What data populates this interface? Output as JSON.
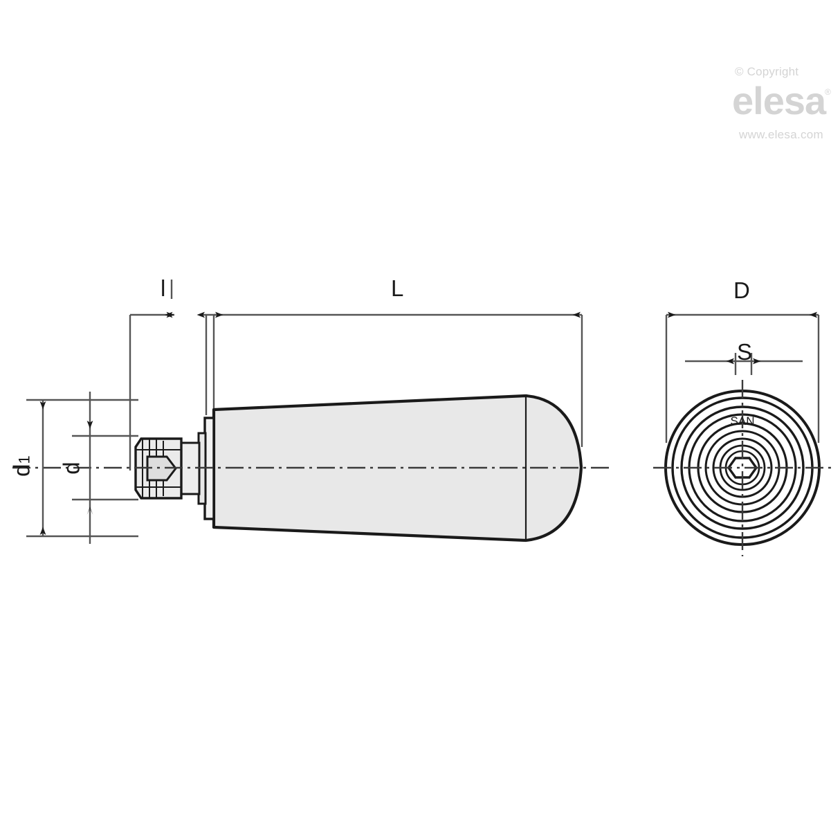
{
  "drawing": {
    "title": "Technical dimension drawing of a revolving tapered machine handle with threaded stud",
    "type": "engineering-dimension-drawing",
    "projection": "two-view: side section view and end (front) view",
    "line_color": "#1a1a1a",
    "part_fill_color": "#e8e8e8",
    "background_color": "#ffffff",
    "views": [
      {
        "name": "side-view",
        "description": "Tapered conical handle body with domed end on the right and threaded stud with hexagon socket protruding to the left"
      },
      {
        "name": "end-view",
        "description": "Circular end view showing concentric turning rings, material marking text and central hexagon socket"
      }
    ]
  },
  "dimensions": {
    "labels": [
      {
        "key": "l",
        "text": "l",
        "orientation": "horizontal",
        "view": "side-view",
        "meaning": "thread length of stud"
      },
      {
        "key": "L",
        "text": "L",
        "orientation": "horizontal",
        "view": "side-view",
        "meaning": "overall handle length"
      },
      {
        "key": "d1",
        "text": "d",
        "sub": "1",
        "orientation": "vertical",
        "view": "side-view",
        "meaning": "large diameter of handle base"
      },
      {
        "key": "d",
        "text": "d",
        "orientation": "vertical",
        "view": "side-view",
        "meaning": "thread diameter of stud"
      },
      {
        "key": "D",
        "text": "D",
        "orientation": "horizontal",
        "view": "end-view",
        "meaning": "outer diameter at handle base"
      },
      {
        "key": "S",
        "text": "S",
        "orientation": "horizontal",
        "view": "end-view",
        "meaning": "hexagon socket width across flats"
      }
    ]
  },
  "annotations": {
    "material_mark": "SAN"
  },
  "watermark": {
    "copyright": "© Copyright",
    "brand": "elesa",
    "registered": "®",
    "website": "www.elesa.com",
    "color": "#d4d4d4"
  }
}
